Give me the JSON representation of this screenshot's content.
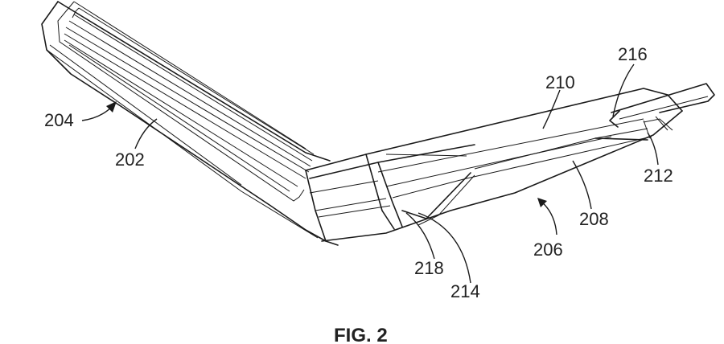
{
  "figure": {
    "caption": "FIG. 2",
    "labels": {
      "l202": "202",
      "l204": "204",
      "l206": "206",
      "l208": "208",
      "l210": "210",
      "l212": "212",
      "l214": "214",
      "l216": "216",
      "l218": "218"
    }
  }
}
